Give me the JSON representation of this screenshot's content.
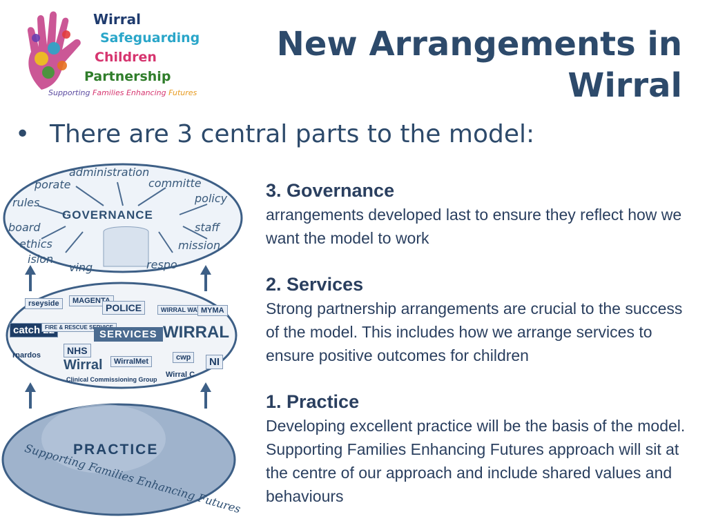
{
  "logo": {
    "line1": "Wirral",
    "line2": "Safeguarding",
    "line3": "Children",
    "line4": "Partnership",
    "tag_a": "Supporting ",
    "tag_b": "Families ",
    "tag_c": "Enhancing ",
    "tag_d": "Futures"
  },
  "title": "New Arrangements in Wirral",
  "bullet": "There are 3 central parts to the model:",
  "diagram": {
    "governance_label": "GOVERNANCE",
    "governance_words": [
      "administration",
      "porate",
      "committe",
      "rules",
      "policy",
      "board",
      "staff",
      "ethics",
      "mission",
      "ision",
      "ving",
      "respo"
    ],
    "services_label": "SERVICES",
    "services_logos": [
      "rseyside",
      "MAGENTA",
      "POLICE",
      "WIRRAL WAYS",
      "MYMA",
      "catch 22",
      "FIRE & RESCUE SERVICE",
      "WIRRAL",
      "NHS",
      "Wirral",
      "WirralMet",
      "cwp",
      "rnardos",
      "Clinical Commissioning Group",
      "Wirral C",
      "NI"
    ],
    "practice_label": "PRACTICE",
    "practice_tag": "Supporting Families Enhancing Futures"
  },
  "sections": [
    {
      "heading": "3. Governance",
      "body": "arrangements developed last to ensure they reflect how we want the model to work"
    },
    {
      "heading": "2. Services",
      "body": "Strong partnership arrangements are crucial to the success of the model. This includes how we arrange services to ensure positive outcomes for children"
    },
    {
      "heading": "1. Practice",
      "body": "Developing excellent practice will be the basis of the model. Supporting Families Enhancing Futures approach will sit at the centre of our approach and include shared values and behaviours"
    }
  ],
  "colors": {
    "title": "#2d4a6b",
    "text": "#2a3f5f",
    "diagram": "#4b6b90"
  }
}
